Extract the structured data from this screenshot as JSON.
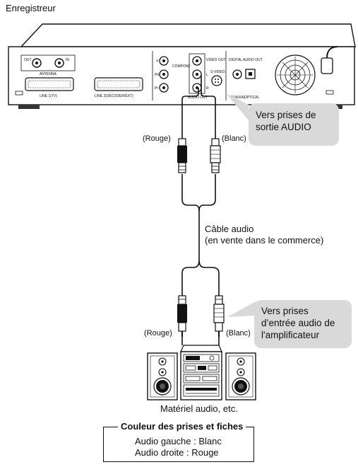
{
  "recorder": {
    "title": "Enregistreur",
    "panel_labels": {
      "out": "OUT",
      "in": "IN",
      "antenna": "ANTENNA",
      "line1": "LINE 1(TV)",
      "line2": "LINE 2(DECODER/EXT)",
      "component_out": "COMPONENT OUT",
      "video_out": "VIDEO OUT",
      "s_video": "S-VIDEO",
      "audio_out": "AUDIO OUT",
      "digital_audio_out": "DIGITAL AUDIO OUT",
      "coaxial": "COAXIAL",
      "optical": "OPTICAL",
      "y": "Y",
      "pb": "Pb",
      "pr": "Pr",
      "l": "L",
      "r": "R"
    }
  },
  "callouts": {
    "top": [
      "Vers prises de",
      "sortie AUDIO"
    ],
    "bottom": [
      "Vers prises",
      "d’entrée audio de",
      "l'amplificateur"
    ]
  },
  "plugs": {
    "top_left": "(Rouge)",
    "top_right": "(Blanc)",
    "bottom_left": "(Rouge)",
    "bottom_right": "(Blanc)"
  },
  "cable": {
    "line1": "Câble audio",
    "line2": "(en vente dans le commerce)"
  },
  "equipment": {
    "caption": "Matériel audio, etc."
  },
  "legend": {
    "title": "Couleur des prises et fiches",
    "line1": "Audio gauche : Blanc",
    "line2": "Audio droite : Rouge"
  }
}
